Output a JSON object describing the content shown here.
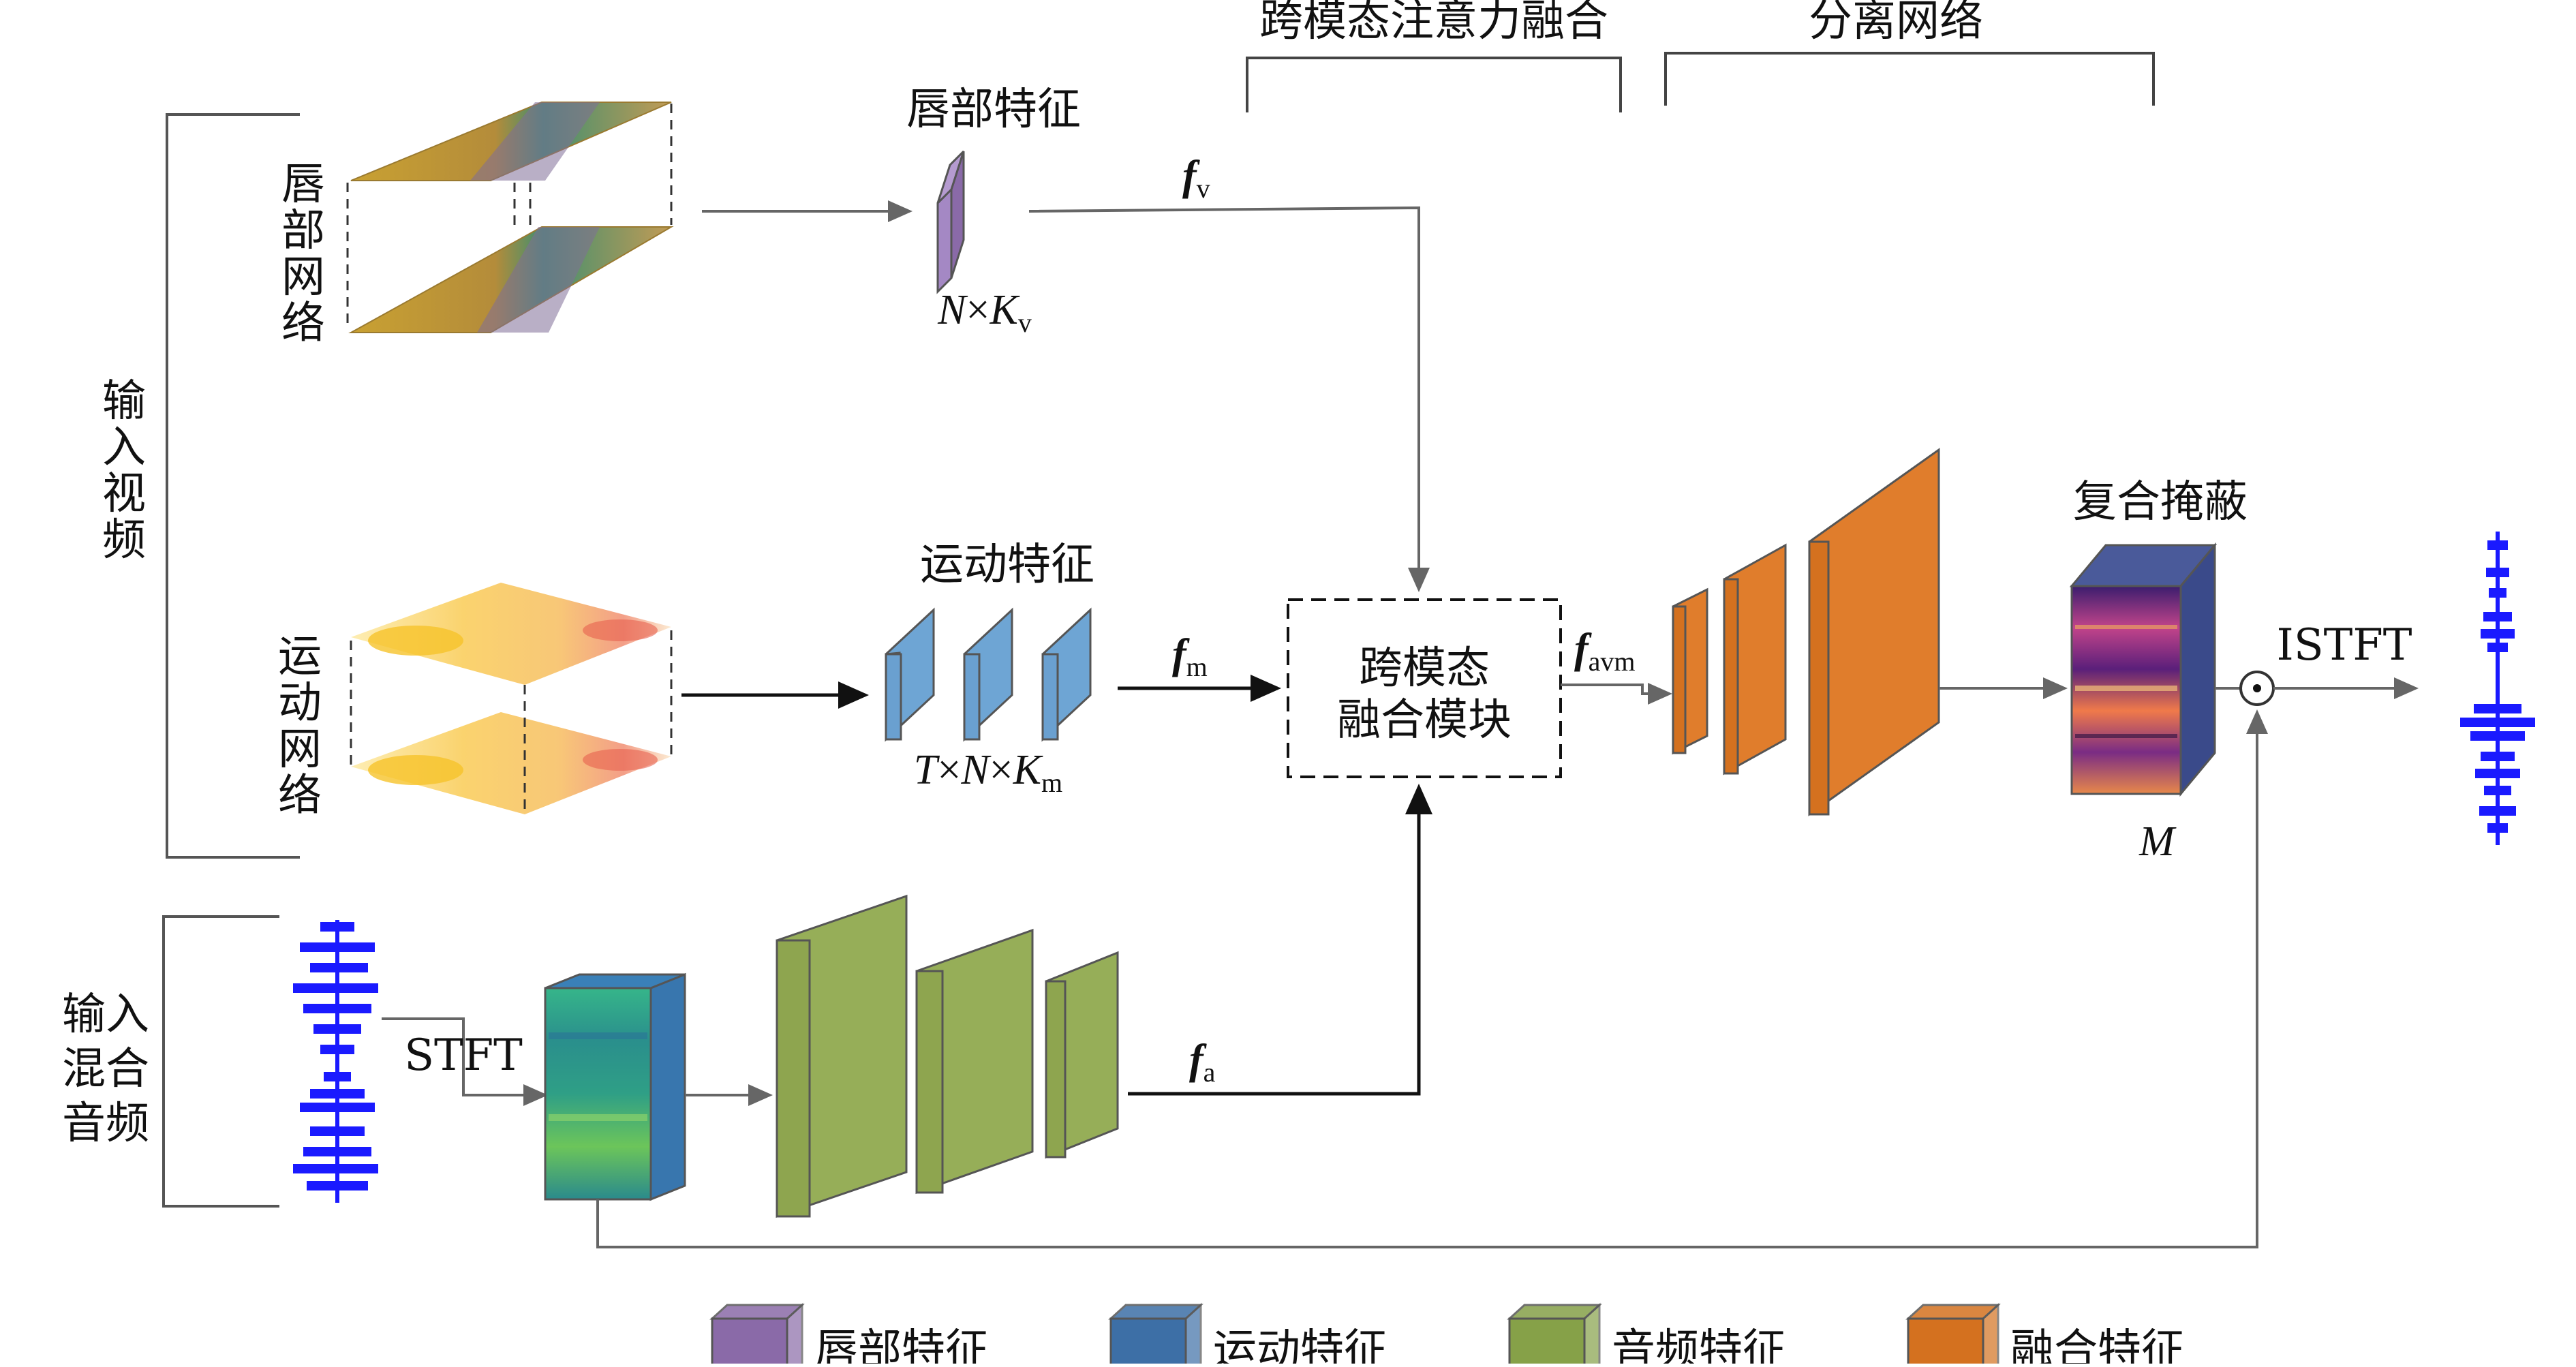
{
  "top_labels": {
    "cross_modal_attention": "跨模态注意力融合",
    "separation_network": "分离网络"
  },
  "left_labels": {
    "input_video": [
      "输",
      "入",
      "视",
      "频"
    ],
    "lip_network": [
      "唇",
      "部",
      "网",
      "络"
    ],
    "motion_network": [
      "运",
      "动",
      "网",
      "络"
    ],
    "input_mixed_audio": [
      "输入",
      "混合",
      "音频"
    ]
  },
  "features": {
    "lip_title": "唇部特征",
    "lip_dims": {
      "n": "N",
      "times": "×",
      "k": "K",
      "sub": "v"
    },
    "motion_title": "运动特征",
    "motion_dims": {
      "t": "T",
      "times1": "×",
      "n": "N",
      "times2": "×",
      "k": "K",
      "sub": "m"
    },
    "f_v": {
      "f": "f",
      "sub": "v"
    },
    "f_m": {
      "f": "f",
      "sub": "m"
    },
    "f_a": {
      "f": "f",
      "sub": "a"
    },
    "f_avm": {
      "f": "f",
      "sub": "avm"
    }
  },
  "fusion_module": {
    "line1": "跨模态",
    "line2": "融合模块"
  },
  "mask": {
    "title": "复合掩蔽",
    "symbol": "M"
  },
  "ops": {
    "stft": "STFT",
    "istft": "ISTFT"
  },
  "legend": [
    {
      "label": "唇部特征",
      "color": "#8a6aa8"
    },
    {
      "label": "运动特征",
      "color": "#3d6fa6"
    },
    {
      "label": "音频特征",
      "color": "#86a148"
    },
    {
      "label": "融合特征",
      "color": "#d4711f"
    }
  ],
  "colors": {
    "lip": "#8a6aa8",
    "motion": "#5f98c8",
    "audio": "#8ea54f",
    "fusion": "#d4711f",
    "waveform": "#1a1aff",
    "mask_side": "#3a4a8a"
  }
}
